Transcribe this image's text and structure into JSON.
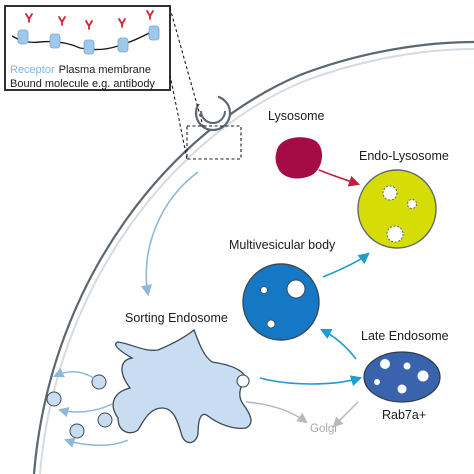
{
  "legend": {
    "receptor_label": "Receptor",
    "membrane_label": "Plasma membrane",
    "bound_label": "Bound molecule e.g. antibody"
  },
  "labels": {
    "lysosome": "Lysosome",
    "endo_lysosome": "Endo-Lysosome",
    "multivesicular_body": "Multivesicular body",
    "sorting_endosome": "Sorting Endosome",
    "late_endosome": "Late Endosome",
    "rab7a": "Rab7a+",
    "golgi": "Golgi"
  },
  "colors": {
    "receptor": "#7fb5e2",
    "bound_molecule": "#d8242e",
    "lysosome": "#a50c46",
    "endo_lysosome": "#d6dc06",
    "multivesicular_body": "#1478c4",
    "late_endosome": "#3964ad",
    "sorting_endosome": "#c9ddf2",
    "arrow_blue": "#8fb7dc",
    "arrow_teal": "#1f9ccf",
    "arrow_red": "#c41d3f",
    "golgi_text": "#a9a9a9",
    "cell_membrane": "#5c6770"
  }
}
